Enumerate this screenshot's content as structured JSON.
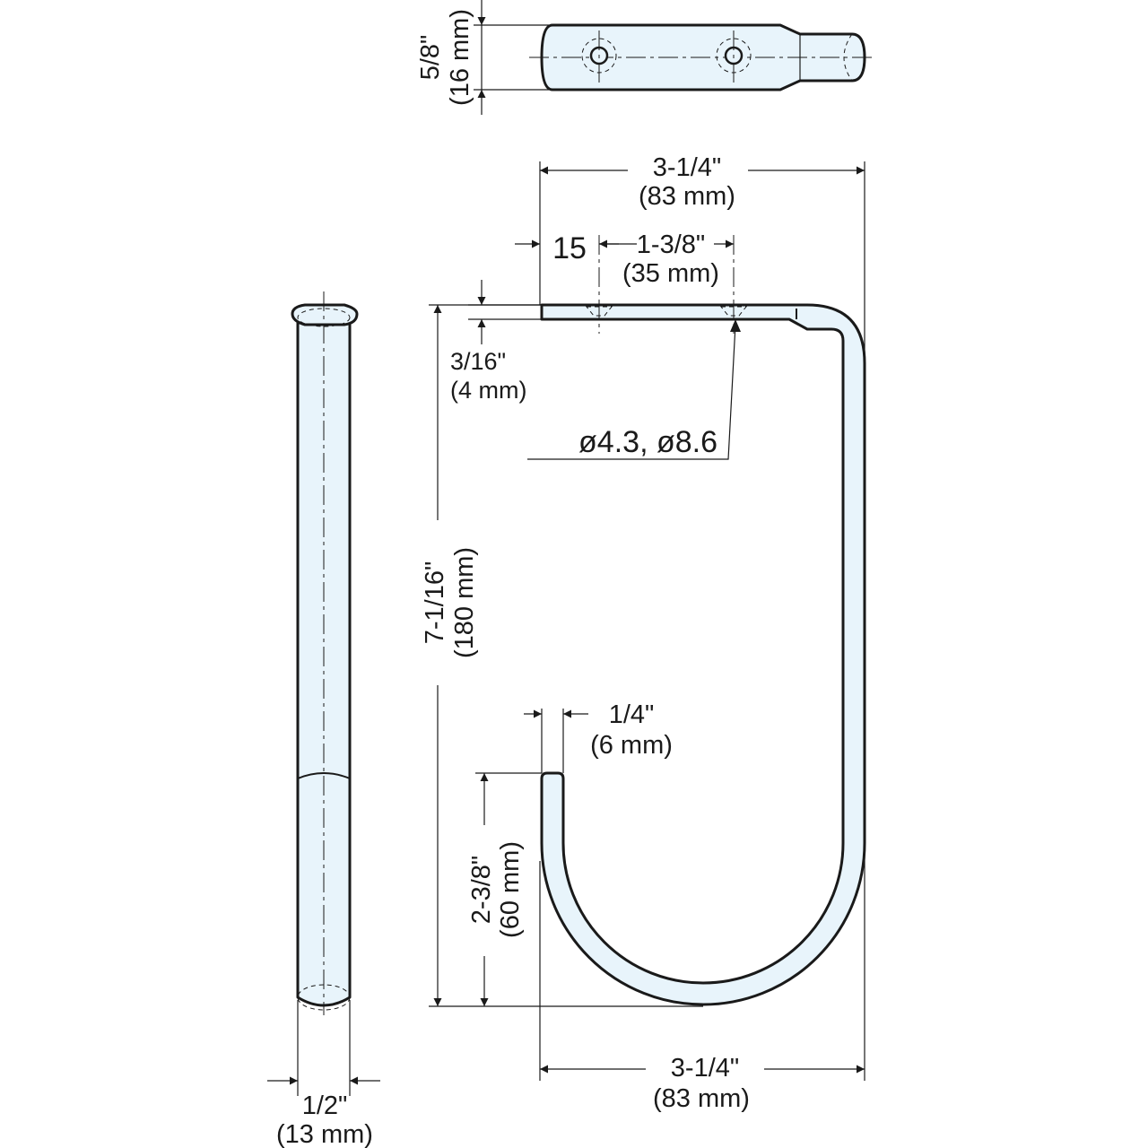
{
  "dimensions": {
    "top_width_in": "5/8\"",
    "top_width_mm": "(16 mm)",
    "overall_width_in": "3-1/4\"",
    "overall_width_mm": "(83 mm)",
    "hole_offset": "15",
    "hole_pitch_in": "1-3/8\"",
    "hole_pitch_mm": "(35 mm)",
    "plate_thickness_in": "3/16\"",
    "plate_thickness_mm": "(4 mm)",
    "hole_diameters": "ø4.3, ø8.6",
    "overall_height_in": "7-1/16\"",
    "overall_height_mm": "(180 mm)",
    "rod_diameter_in": "1/4\"",
    "rod_diameter_mm": "(6 mm)",
    "hook_depth_in": "2-3/8\"",
    "hook_depth_mm": "(60 mm)",
    "bottom_width_in": "3-1/4\"",
    "bottom_width_mm": "(83 mm)",
    "side_width_in": "1/2\"",
    "side_width_mm": "(13 mm)"
  }
}
